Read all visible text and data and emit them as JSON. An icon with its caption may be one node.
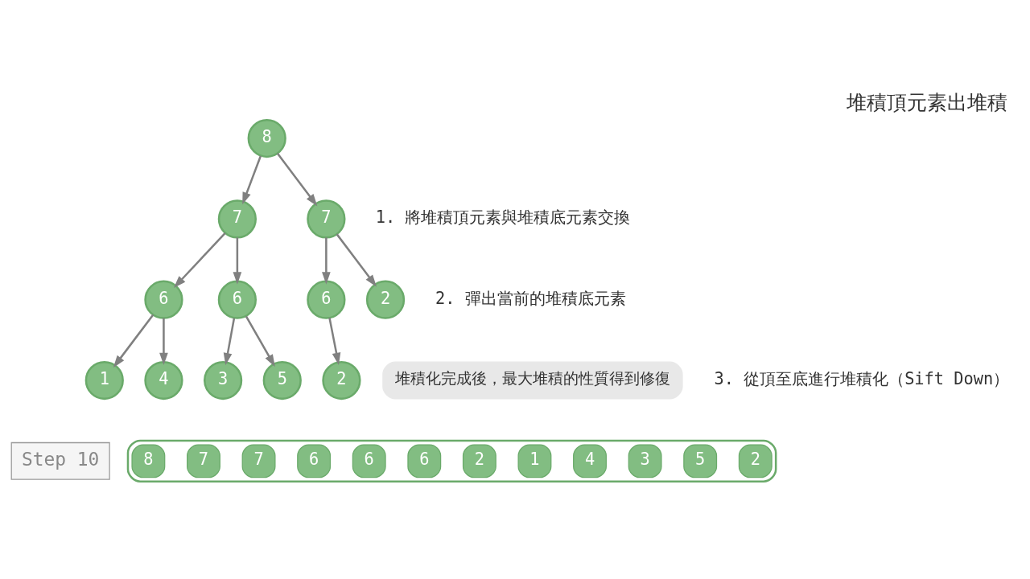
{
  "diagram": {
    "title": "堆積頂元素出堆積",
    "nodes": [
      {
        "text": [
          "8"
        ]
      },
      {
        "text": [
          "7"
        ]
      },
      {
        "text": [
          "7"
        ]
      },
      {
        "text": [
          "6"
        ]
      },
      {
        "text": [
          "6"
        ]
      },
      {
        "text": [
          "6"
        ]
      },
      {
        "text": [
          "2"
        ]
      },
      {
        "text": [
          "1"
        ]
      },
      {
        "text": [
          "4"
        ]
      },
      {
        "text": [
          "3"
        ]
      },
      {
        "text": [
          "5"
        ]
      },
      {
        "text": [
          "2"
        ]
      },
      {
        "text": [
          "堆積化完成後，最大堆積的性質得到修復"
        ]
      },
      {
        "text": [],
        "shape": "box"
      },
      {
        "text": [
          "8"
        ],
        "in": 13
      },
      {
        "text": [
          "7"
        ],
        "in": 13
      },
      {
        "text": [
          "7"
        ],
        "in": 13
      },
      {
        "text": [
          "6"
        ],
        "in": 13
      },
      {
        "text": [
          "6"
        ],
        "in": 13
      },
      {
        "text": [
          "6"
        ],
        "in": 13
      },
      {
        "text": [
          "2"
        ],
        "in": 13
      },
      {
        "text": [
          "1"
        ],
        "in": 13
      },
      {
        "text": [
          "4"
        ],
        "in": 13
      },
      {
        "text": [
          "3"
        ],
        "in": 13
      },
      {
        "text": [
          "5"
        ],
        "in": 13
      },
      {
        "text": [
          "2"
        ],
        "in": 13
      },
      {
        "text": [
          "Step 10"
        ]
      }
    ],
    "edges": [
      {
        "from": 0,
        "to": 1,
        "arrow": "to"
      },
      {
        "from": 0,
        "to": 2,
        "arrow": "to"
      },
      {
        "from": 1,
        "to": 3,
        "arrow": "to"
      },
      {
        "from": 1,
        "to": 4,
        "arrow": "to"
      },
      {
        "from": 2,
        "to": 5,
        "arrow": "to"
      },
      {
        "from": 2,
        "to": 6,
        "arrow": "to"
      },
      {
        "from": 3,
        "to": 7,
        "arrow": "to"
      },
      {
        "from": 3,
        "to": 8,
        "arrow": "to"
      },
      {
        "from": 4,
        "to": 9,
        "arrow": "to"
      },
      {
        "from": 4,
        "to": 10,
        "arrow": "to"
      },
      {
        "from": 5,
        "to": 11,
        "arrow": "to"
      }
    ],
    "labels": [
      "1. 將堆積頂元素與堆積底元素交換",
      "2. 彈出當前的堆積底元素",
      "3. 從頂至底進行堆積化（Sift Down）"
    ]
  }
}
